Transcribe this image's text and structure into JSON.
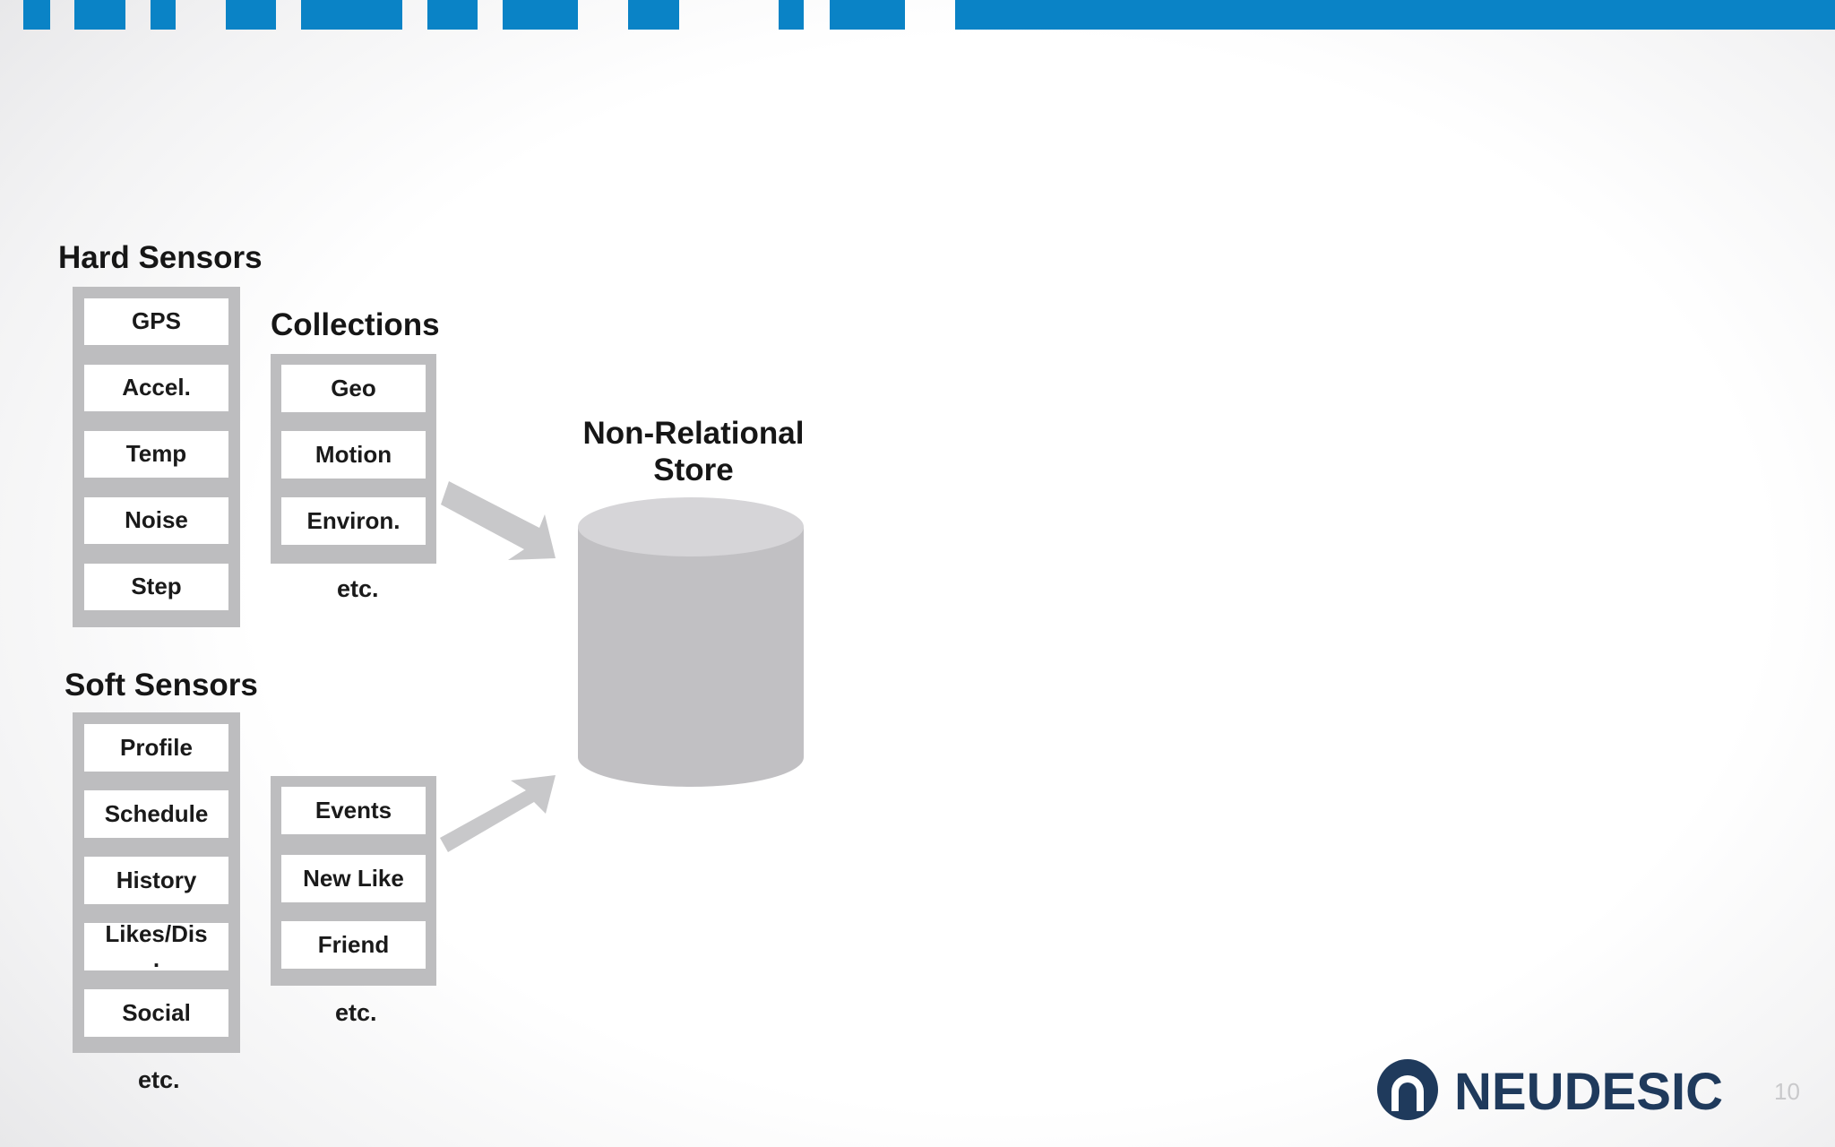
{
  "colors": {
    "accent_bar": "#0a83c6",
    "panel_gray": "#bdbdbf",
    "cylinder_body": "#c1c0c3",
    "cylinder_top": "#d6d5d8",
    "arrow_gray": "#c8c8ca",
    "logo_navy": "#1f3a5c"
  },
  "hard_sensors": {
    "title": "Hard Sensors",
    "items": [
      "GPS",
      "Accel.",
      "Temp",
      "Noise",
      "Step"
    ]
  },
  "collections": {
    "title": "Collections",
    "items": [
      "Geo",
      "Motion",
      "Environ."
    ],
    "etc": "etc."
  },
  "soft_sensors": {
    "title": "Soft Sensors",
    "items": [
      "Profile",
      "Schedule",
      "History",
      "Likes/Dis\n.",
      "Social"
    ],
    "etc": "etc."
  },
  "events": {
    "items": [
      "Events",
      "New Like",
      "Friend"
    ],
    "etc": "etc."
  },
  "store": {
    "title_line1": "Non-Relational",
    "title_line2": "Store"
  },
  "footer": {
    "logo_text": "NEUDESIC",
    "page_number": "10"
  }
}
